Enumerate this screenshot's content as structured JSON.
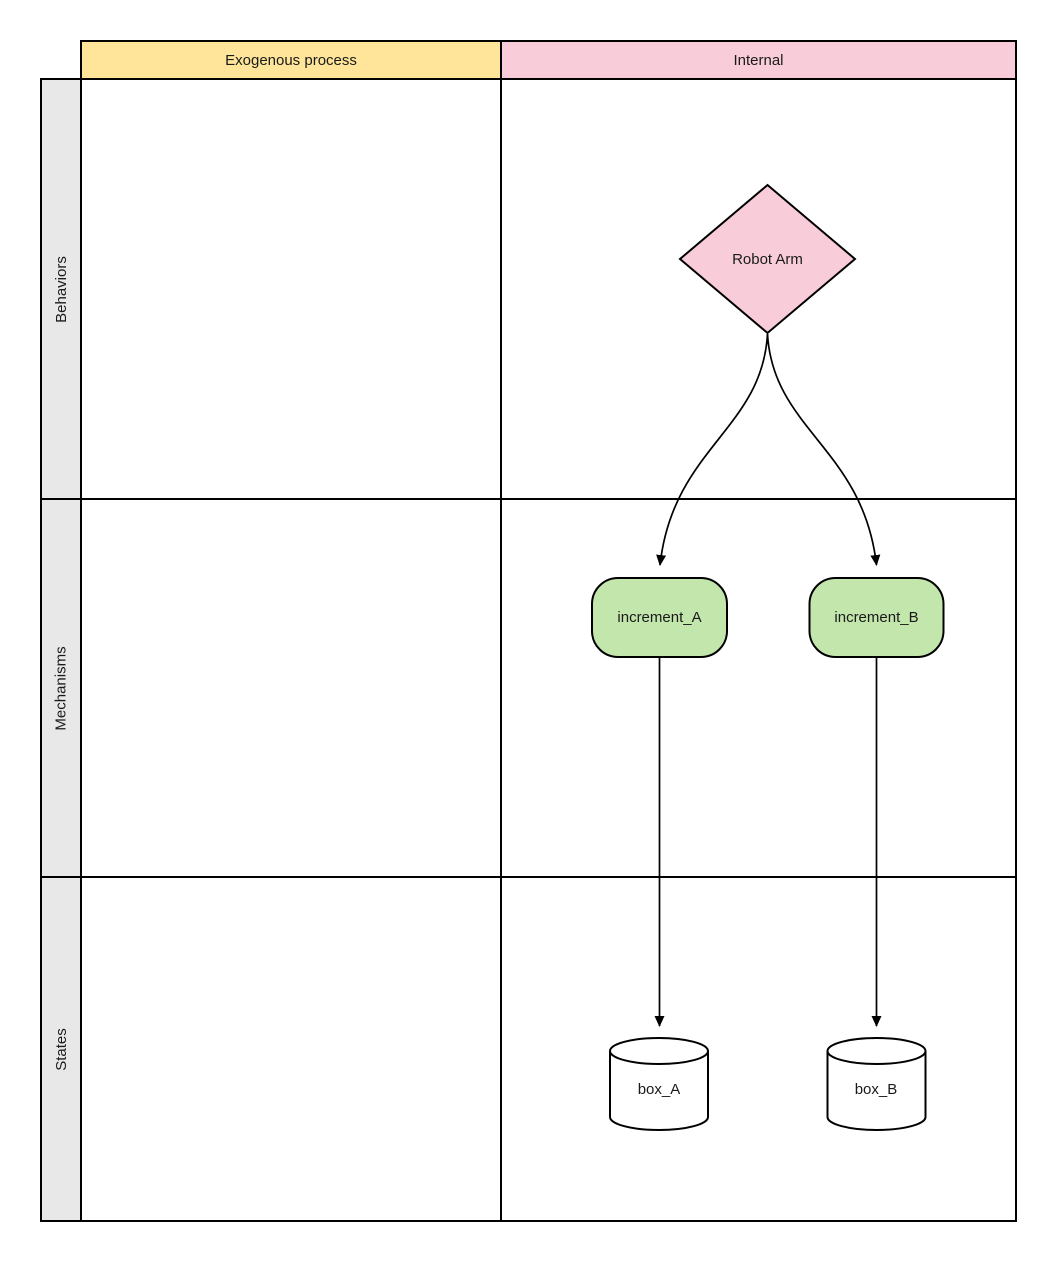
{
  "grid": {
    "column_headers": [
      {
        "id": "exogenous",
        "label": "Exogenous process"
      },
      {
        "id": "internal",
        "label": "Internal"
      }
    ],
    "row_headers": [
      {
        "id": "behaviors",
        "label": "Behaviors"
      },
      {
        "id": "mechanisms",
        "label": "Mechanisms"
      },
      {
        "id": "states",
        "label": "States"
      }
    ]
  },
  "nodes": {
    "robot_arm": {
      "label": "Robot Arm",
      "shape": "diamond",
      "row": "Behaviors",
      "column": "Internal"
    },
    "increment_a": {
      "label": "increment_A",
      "shape": "rounded-rect",
      "row": "Mechanisms",
      "column": "Internal"
    },
    "increment_b": {
      "label": "increment_B",
      "shape": "rounded-rect",
      "row": "Mechanisms",
      "column": "Internal"
    },
    "box_a": {
      "label": "box_A",
      "shape": "cylinder",
      "row": "States",
      "column": "Internal"
    },
    "box_b": {
      "label": "box_B",
      "shape": "cylinder",
      "row": "States",
      "column": "Internal"
    }
  },
  "edges": [
    {
      "from": "Robot Arm",
      "to": "increment_A",
      "style": "curved-arrow"
    },
    {
      "from": "Robot Arm",
      "to": "increment_B",
      "style": "curved-arrow"
    },
    {
      "from": "increment_A",
      "to": "box_A",
      "style": "straight-arrow"
    },
    {
      "from": "increment_B",
      "to": "box_B",
      "style": "straight-arrow"
    }
  ],
  "colors": {
    "yellow_header": "#ffe599",
    "pink_header": "#f8cdd9",
    "pink_diamond": "#f8cdd9",
    "green_node": "#c3e6ad",
    "gray_row_label": "#e8e8e8",
    "stroke": "#000000",
    "white_fill": "#ffffff"
  }
}
